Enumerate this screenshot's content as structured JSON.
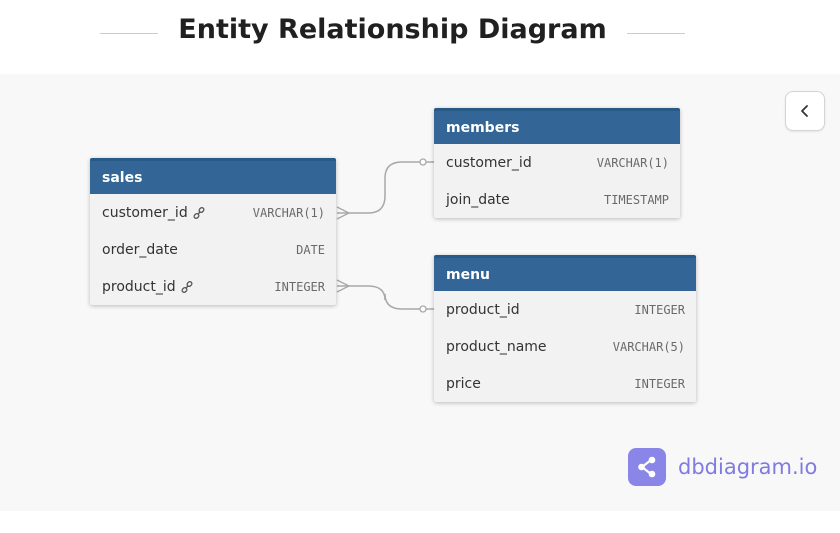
{
  "header": {
    "title": "Entity Relationship Diagram"
  },
  "tables": {
    "sales": {
      "name": "sales",
      "fields": [
        {
          "name": "customer_id",
          "type": "VARCHAR(1)",
          "ref": true
        },
        {
          "name": "order_date",
          "type": "DATE",
          "ref": false
        },
        {
          "name": "product_id",
          "type": "INTEGER",
          "ref": true
        }
      ]
    },
    "members": {
      "name": "members",
      "fields": [
        {
          "name": "customer_id",
          "type": "VARCHAR(1)"
        },
        {
          "name": "join_date",
          "type": "TIMESTAMP"
        }
      ]
    },
    "menu": {
      "name": "menu",
      "fields": [
        {
          "name": "product_id",
          "type": "INTEGER"
        },
        {
          "name": "product_name",
          "type": "VARCHAR(5)"
        },
        {
          "name": "price",
          "type": "INTEGER"
        }
      ]
    }
  },
  "relationships": [
    {
      "from": "sales.customer_id",
      "to": "members.customer_id",
      "from_end": "many",
      "to_end": "one"
    },
    {
      "from": "sales.product_id",
      "to": "menu.product_id",
      "from_end": "many",
      "to_end": "one"
    }
  ],
  "controls": {
    "collapse_icon": "chevron-left-icon"
  },
  "brand": {
    "name": "dbdiagram.io",
    "color": "#7f7be0",
    "logo_icon": "share-icon"
  },
  "colors": {
    "table_header": "#336696",
    "connector": "#a8a8a8"
  }
}
